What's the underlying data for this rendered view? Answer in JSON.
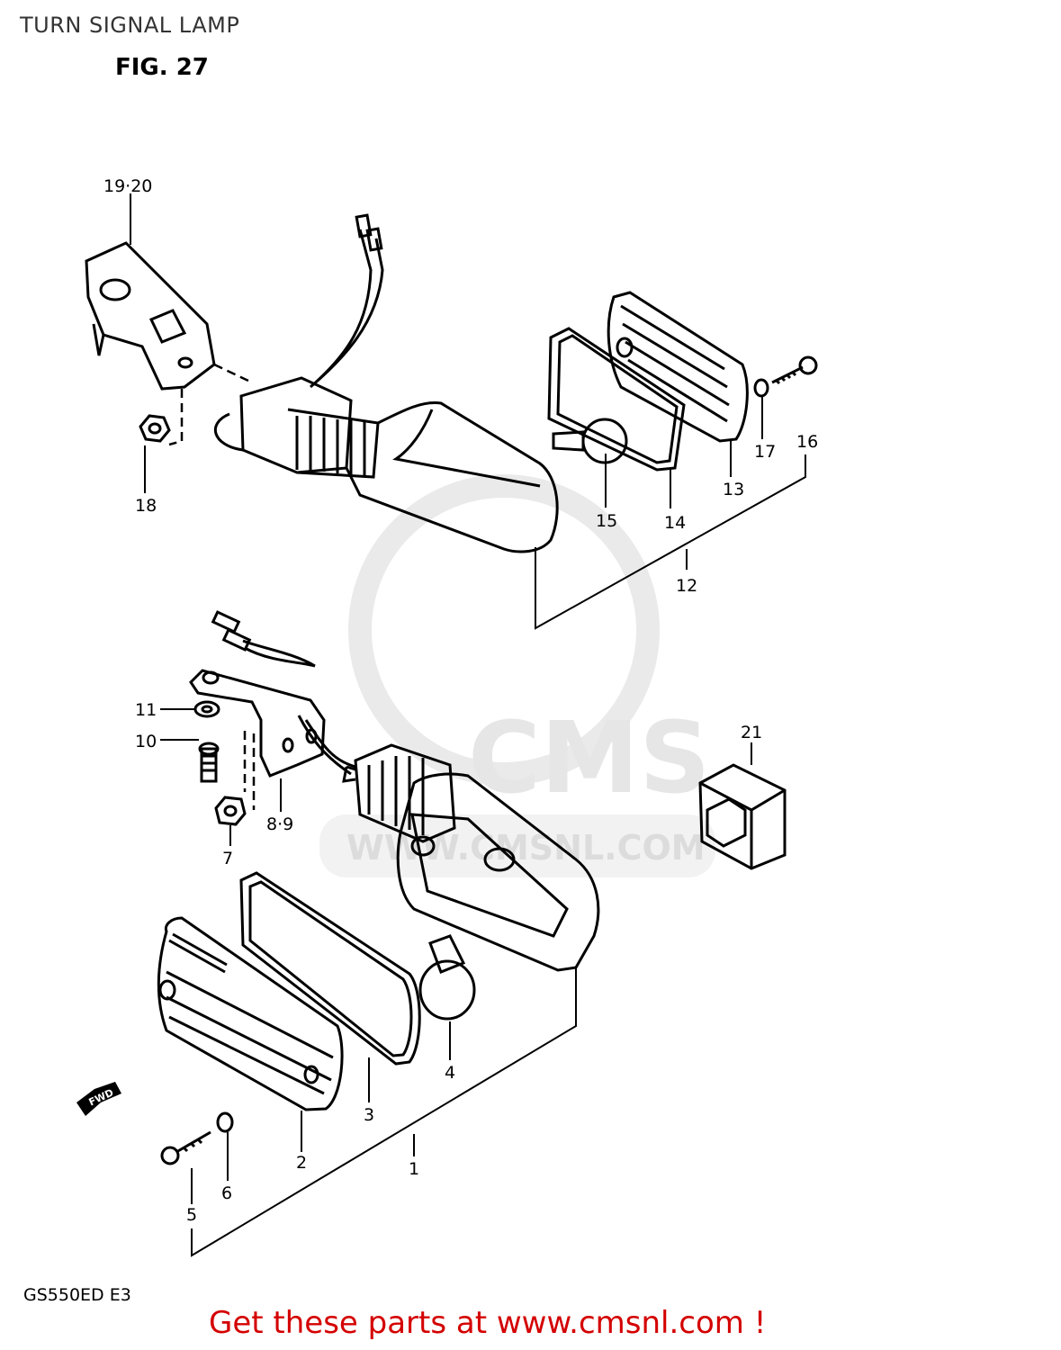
{
  "page": {
    "title": "TURN SIGNAL LAMP",
    "figure": "FIG. 27",
    "model_code": "GS550ED  E3"
  },
  "watermark": {
    "brand": "CMS",
    "url": "WWW.CMSNL.COM"
  },
  "callouts": {
    "c1": "1",
    "c2": "2",
    "c3": "3",
    "c4": "4",
    "c5": "5",
    "c6": "6",
    "c7": "7",
    "c8_9": "8·9",
    "c10": "10",
    "c11": "11",
    "c12": "12",
    "c13": "13",
    "c14": "14",
    "c15": "15",
    "c16": "16",
    "c17": "17",
    "c18": "18",
    "c19_20": "19·20",
    "c21": "21"
  },
  "fwd_marker": "FWD",
  "footer": {
    "link_text": "Get these parts at www.cmsnl.com !"
  },
  "colors": {
    "line": "#000000",
    "watermark": "#e6e6e6",
    "footer_link": "#d40000"
  }
}
